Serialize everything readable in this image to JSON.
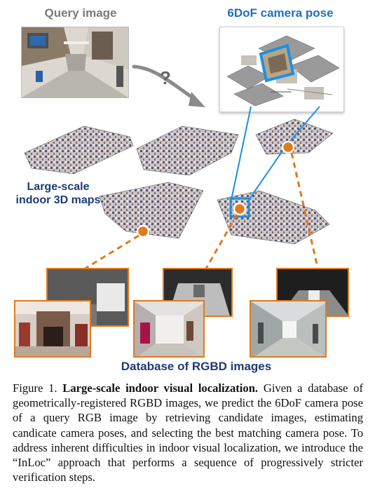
{
  "labels": {
    "query": "Query image",
    "pose": "6DoF camera pose",
    "question": "?",
    "maps_line1": "Large-scale",
    "maps_line2": "indoor 3D maps",
    "database": "Database of RGBD images"
  },
  "caption": {
    "prefix": "Figure 1. ",
    "title": "Large-scale indoor visual localization.",
    "body": " Given a database of geometrically-registered RGBD images, we predict the 6DoF camera pose of a query RGB image by retrieving candidate images, estimating candicate camera poses, and selecting the best matching camera pose. To address inherent difficulties in indoor visual localization, we introduce the “InLoc” approach that performs a sequence of progressively stricter verification steps."
  },
  "colors": {
    "orange": "#e07a1f",
    "blue": "#1f8fe0",
    "label_blue": "#1f6fc0",
    "navy": "#1f3a73",
    "gray": "#7a7a7a"
  }
}
